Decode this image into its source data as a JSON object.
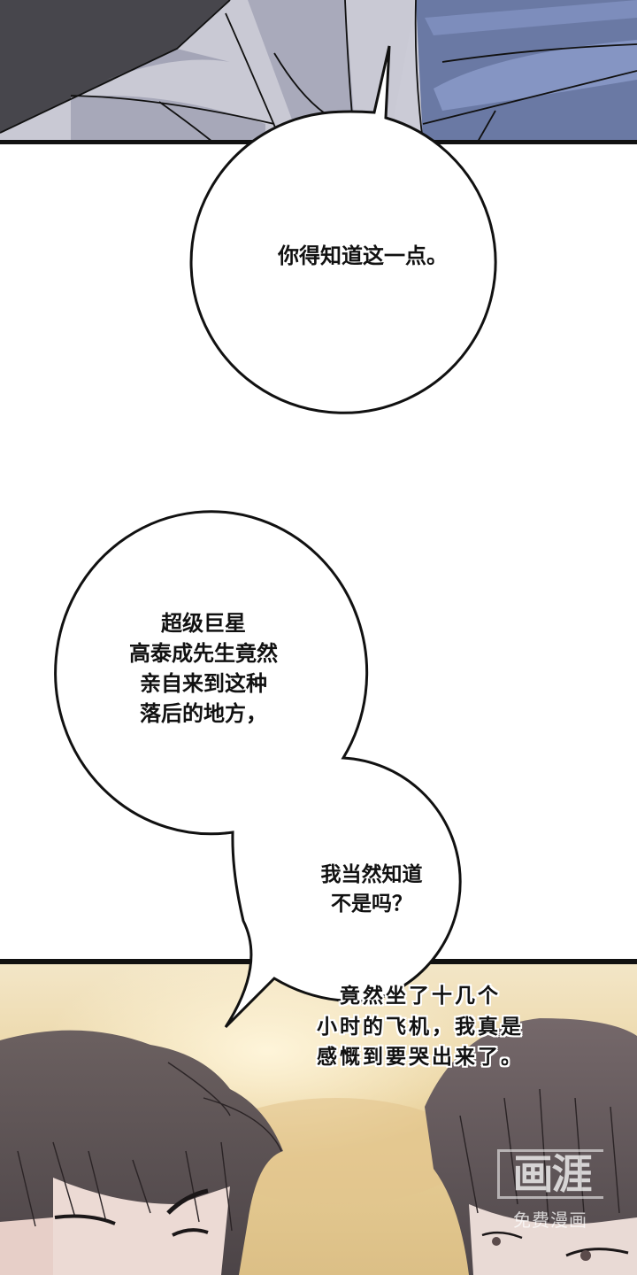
{
  "comic": {
    "panels": [
      {
        "id": "top-panel",
        "description": "close-up of grey and blue clothing",
        "colors": {
          "grey_light": "#cfcfd9",
          "grey_mid": "#a6a7b8",
          "blue": "#6b7aa6",
          "blue_light": "#8494c2",
          "dark": "#46454b"
        }
      },
      {
        "id": "bottom-panel",
        "description": "two dark-haired men against golden sky",
        "colors": {
          "sky": "#e9d3a0",
          "sky_light": "#f5e8c8",
          "hair": "#5d5558",
          "skin": "#ead9d3"
        }
      }
    ],
    "bubbles": [
      {
        "id": "bubble-1",
        "text": "你得知道这一点。"
      },
      {
        "id": "bubble-2",
        "text": "超级巨星\n高泰成先生竟然\n亲自来到这种\n落后的地方，"
      },
      {
        "id": "bubble-3",
        "text": "我当然知道\n不是吗？"
      }
    ],
    "narration": {
      "text": "竟然坐了十几个\n小时的飞机，我真是\n感慨到要哭出来了。"
    },
    "watermark": {
      "main": "画涯",
      "sub": "免费漫画"
    }
  }
}
